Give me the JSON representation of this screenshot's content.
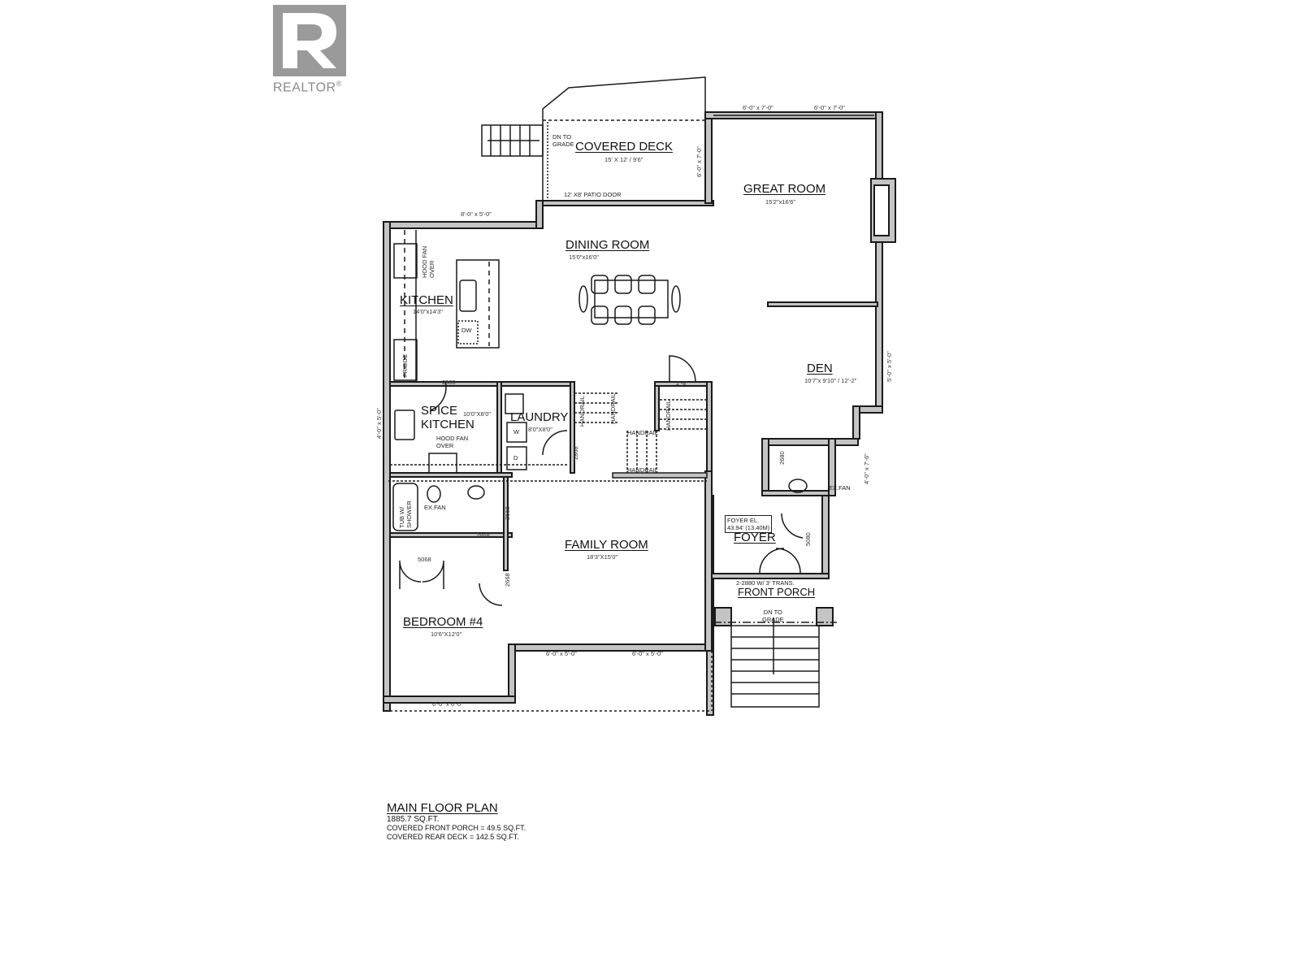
{
  "logo": {
    "text": "REALTOR",
    "mark": "®",
    "color": "#9a9a9a"
  },
  "plan": {
    "title": "MAIN FLOOR PLAN",
    "total_area": "1885.7 SQ.FT.",
    "notes": [
      "COVERED FRONT PORCH = 49.5 SQ.FT.",
      "COVERED REAR DECK = 142.5 SQ.FT."
    ],
    "wall_fill": "#c4c4c4",
    "wall_stroke": "#1a1a1a"
  },
  "rooms": {
    "covered_deck": {
      "name": "COVERED DECK",
      "dims": "15' X 12' / 9'6\""
    },
    "great_room": {
      "name": "GREAT ROOM",
      "dims": "15'2\"x16'6\""
    },
    "dining_room": {
      "name": "DINING ROOM",
      "dims": "15'0\"x16'0\""
    },
    "kitchen": {
      "name": "KITCHEN",
      "dims": "14'0\"x14'3\""
    },
    "den": {
      "name": "DEN",
      "dims": "10'7\"x 9'10\" / 12'-2\""
    },
    "spice_kitchen": {
      "name_line1": "SPICE",
      "name_line2": "KITCHEN",
      "dims": "10'0\"X8'0\""
    },
    "laundry": {
      "name": "LAUNDRY",
      "dims": "8'0\"X8'0\""
    },
    "family_room": {
      "name": "FAMILY ROOM",
      "dims": "18'3\"X15'0\""
    },
    "foyer": {
      "name": "FOYER"
    },
    "front_porch": {
      "name": "FRONT PORCH"
    },
    "bedroom4": {
      "name": "BEDROOM #4",
      "dims": "10'6\"X12'0\""
    }
  },
  "annotations": {
    "dn_to_grade_1": "DN TO",
    "dn_to_grade_2": "GRADE",
    "patio_door": "12' X8' PATIO DOOR",
    "hood_fan_1": "HOOD FAN",
    "hood_fan_2": "OVER",
    "fridge": "FRIDGE",
    "dw": "DW",
    "washer": "W",
    "dryer": "D",
    "handrail": "HANDRAIL",
    "ex_fan": "EX.FAN",
    "tub_1": "TUB W/",
    "tub_2": "SHOWER",
    "foyer_el_1": "FOYER EL.",
    "foyer_el_2": "43.94' (13.40M)",
    "front_door": "2-2880 W/ 3' TRANS.",
    "door_2880": "2880",
    "door_2868a": "2868",
    "door_2868b": "2868",
    "door_2668a": "2668",
    "door_2668b": "2668",
    "door_2668c": "2668",
    "door_5068": "5068",
    "door_5080": "5080",
    "door_2680": "2680",
    "door_28": "2'-8\""
  },
  "windows": {
    "gr_top_1": "6'-0\" x 7'-0\"",
    "gr_top_2": "6'-0\" x 7'-0\"",
    "gr_left": "6'-0\" x 7'-0\"",
    "dining_top": "8'-0\" x 5'-0\"",
    "spice_left": "4'-0\" x 5'-0\"",
    "den_right": "5'-0\" x 5'-0\"",
    "bath_right": "4'-0\" x 7'-6\"",
    "family_1": "6'-0\" x 5'-0\"",
    "family_2": "6'-0\" x 5'-0\"",
    "bedroom": "6'-0\" x 6'-0\""
  }
}
